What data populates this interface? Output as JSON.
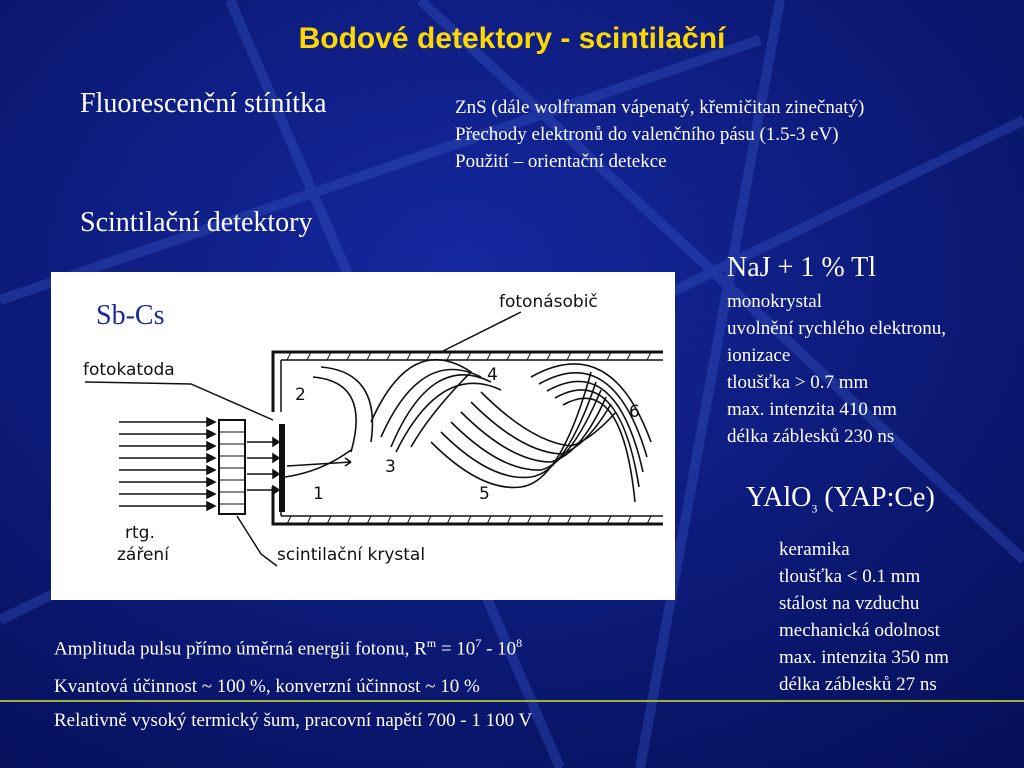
{
  "title": "Bodové detektory - scintilační",
  "section1": {
    "heading": "Fluorescenční stínítka",
    "lines": [
      "ZnS (dále wolframan vápenatý, křemičitan zinečnatý)",
      "Přechody elektronů do valenčního pásu (1.5-3 eV)",
      "Použití – orientační detekce"
    ]
  },
  "section2": {
    "heading": "Scintilační detektory"
  },
  "diagram": {
    "label_sbcs": "Sb-Cs",
    "label_fotonasobic": "fotonásobič",
    "label_fotokatoda": "fotokatoda",
    "label_rtg": "rtg.",
    "label_zareni": "záření",
    "label_scint": "scintilační krystal",
    "dynode_numbers": [
      "1",
      "2",
      "3",
      "4",
      "5",
      "6"
    ]
  },
  "naj": {
    "heading": "NaJ + 1 % Tl",
    "lines": [
      "monokrystal",
      "uvolnění rychlého elektronu,",
      "ionizace",
      "tloušťka > 0.7 mm",
      "max. intenzita 410 nm",
      "délka záblesků 230 ns"
    ]
  },
  "yalo": {
    "heading_pre": "YAlO",
    "heading_sub": "3",
    "heading_post": " (YAP:Ce)",
    "lines": [
      "keramika",
      "tloušťka < 0.1 mm",
      "stálost na vzduchu",
      "mechanická odolnost",
      "max. intenzita 350 nm",
      "délka záblesků 27 ns"
    ]
  },
  "bottom": {
    "amp_pre": "Amplituda pulsu přímo úměrná energii fotonu, R",
    "amp_sup_m": "m",
    "amp_mid": " = 10",
    "amp_sup_7": "7",
    "amp_dash": " - 10",
    "amp_sup_8": "8",
    "kvant": "Kvantová účinnost ~ 100 %, konverzní účinnost ~ 10 %",
    "rel": "Relativně vysoký termický šum, pracovní napětí 700 - 1 100 V"
  }
}
